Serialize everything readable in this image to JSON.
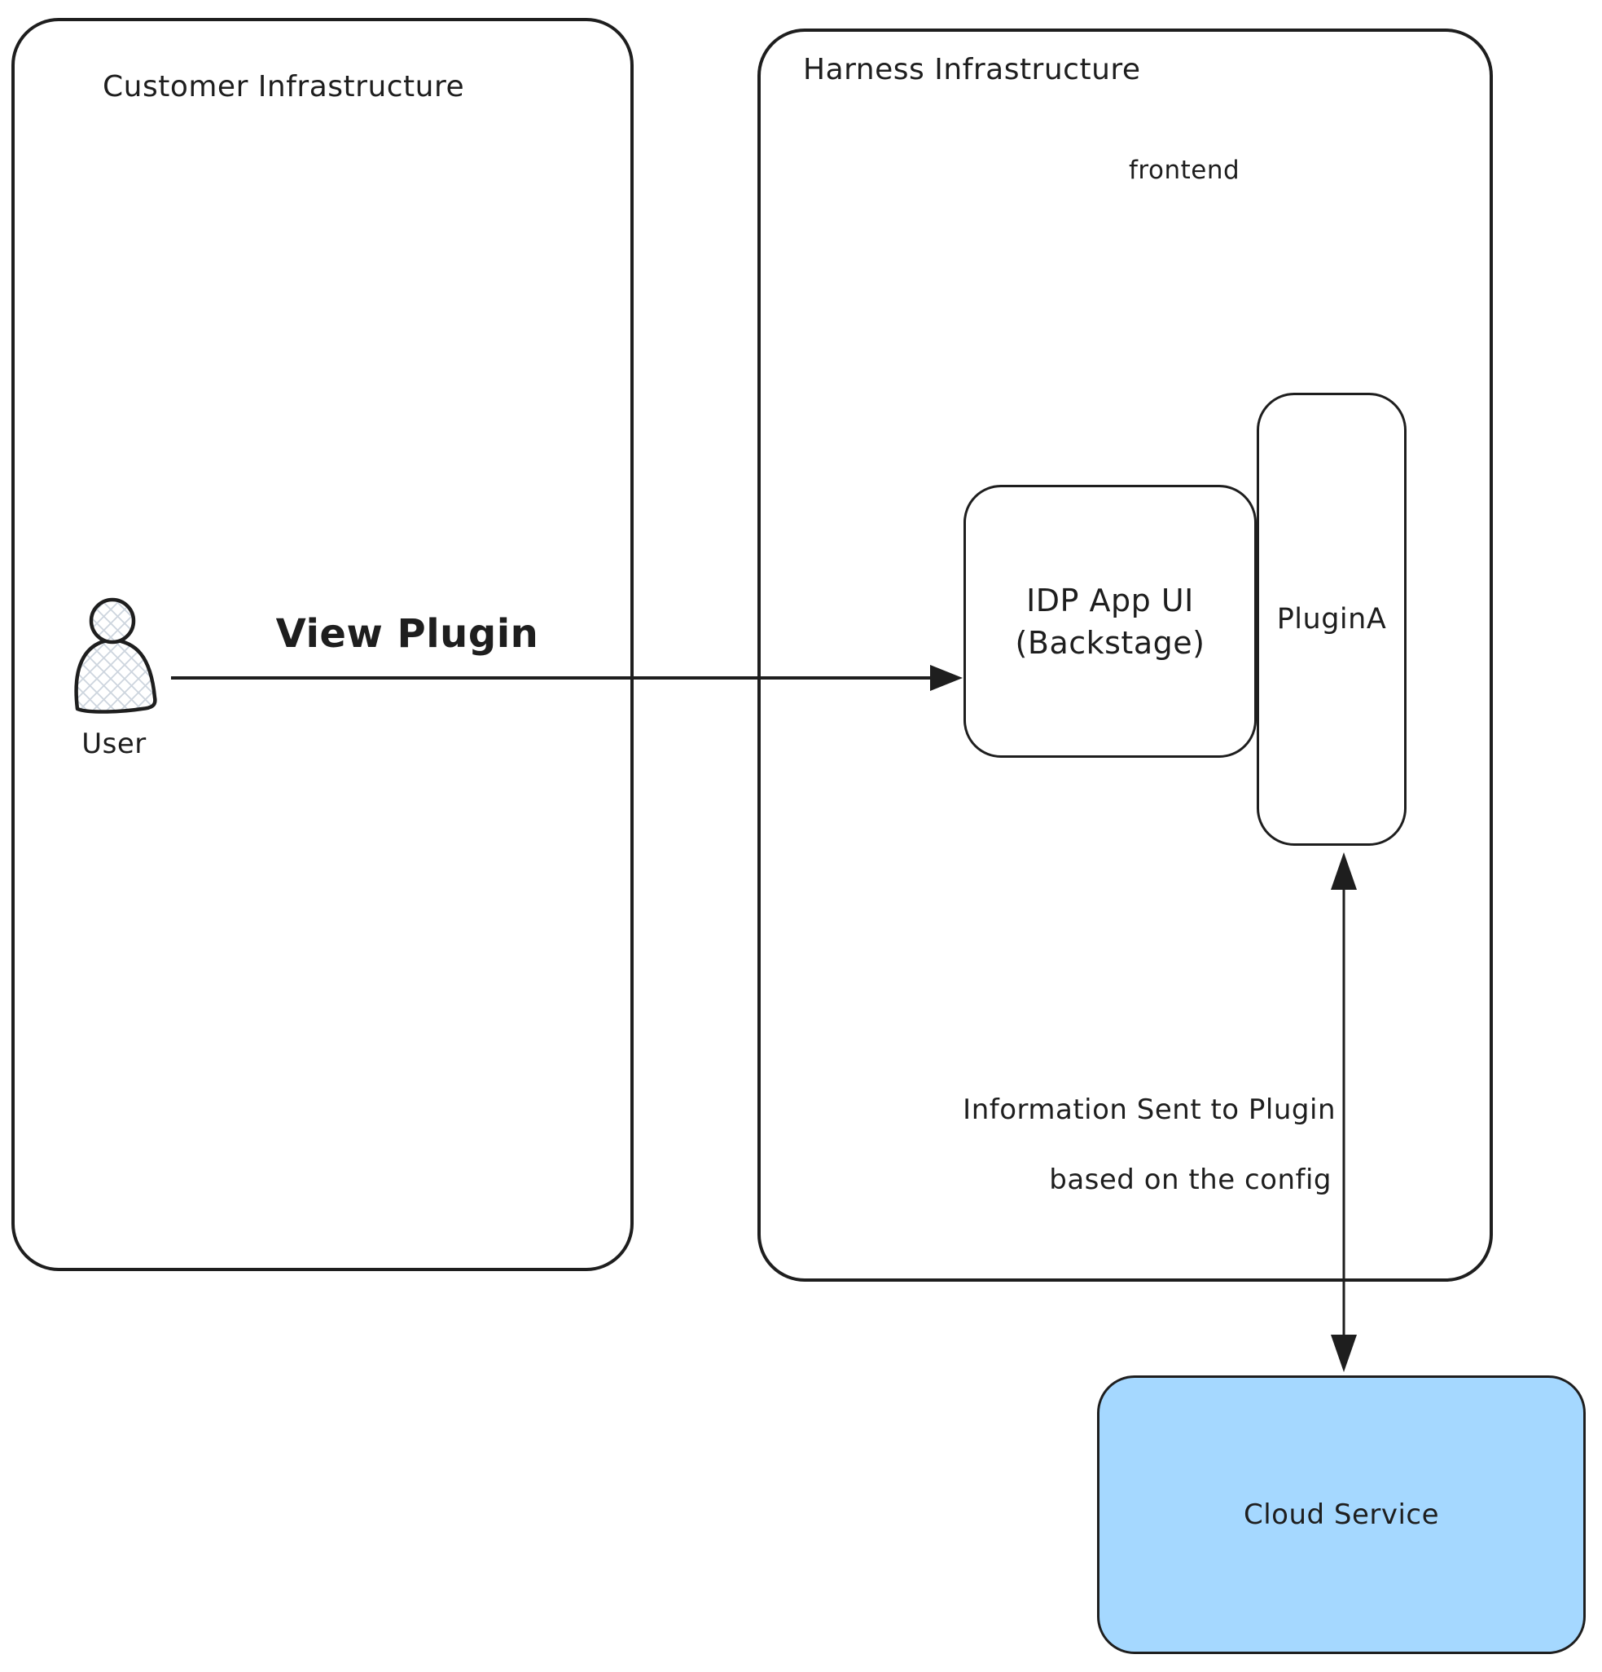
{
  "customer_box": {
    "label": "Customer Infrastructure"
  },
  "harness_box": {
    "label": "Harness Infrastructure",
    "frontend_label": "frontend"
  },
  "user": {
    "label": "User"
  },
  "arrows": {
    "view_plugin": {
      "label": "View Plugin"
    },
    "info": {
      "line1": "Information Sent to Plugin",
      "line2": "based on the config"
    }
  },
  "idp_box": {
    "line1": "IDP App UI",
    "line2": "(Backstage)"
  },
  "plugin_box": {
    "label": "PluginA"
  },
  "cloud_box": {
    "label": "Cloud Service"
  },
  "colors": {
    "stroke": "#1e1e1e",
    "cloud_fill": "#a5d8ff",
    "hatch": "#cdd5de",
    "shape_fill": "#ffffff"
  }
}
